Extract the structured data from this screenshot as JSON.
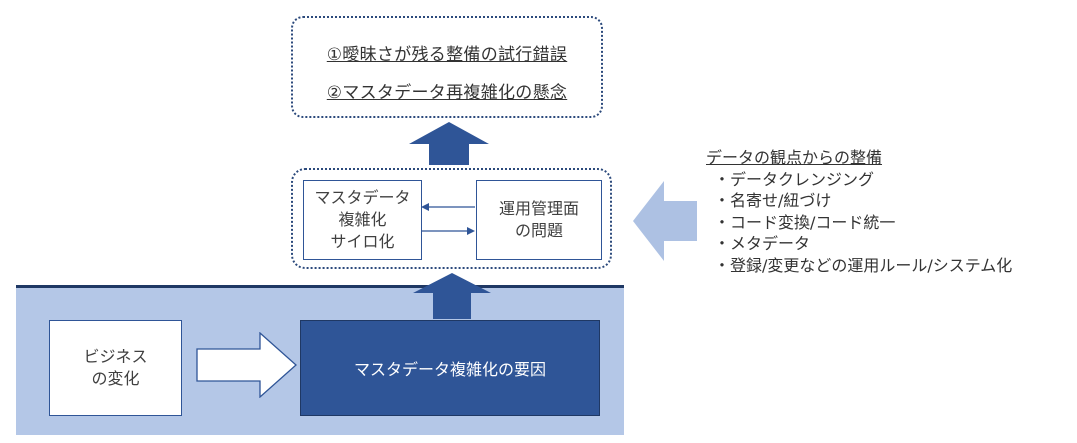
{
  "top_box": {
    "line1": "①曖昧さが残る整備の試行錯誤",
    "line2": "②マスタデータ再複雑化の懸念"
  },
  "middle_box": {
    "left_lines": [
      "マスタデータ",
      "複雑化",
      "サイロ化"
    ],
    "right_lines": [
      "運用管理面",
      "の問題"
    ]
  },
  "bottom": {
    "business_lines": [
      "ビジネス",
      "の変化"
    ],
    "cause_label": "マスタデータ複雑化の要因"
  },
  "side_list": {
    "title": "データの観点からの整備",
    "items": [
      "・データクレンジング",
      "・名寄せ/紐づけ",
      "・コード変換/コード統一",
      "・メタデータ",
      "・登録/変更などの運用ルール/システム化"
    ]
  },
  "colors": {
    "dark_blue": "#2f5597",
    "navy": "#1f3864",
    "light_blue_band": "#b4c7e7",
    "pale_arrow": "#adc1e3"
  }
}
